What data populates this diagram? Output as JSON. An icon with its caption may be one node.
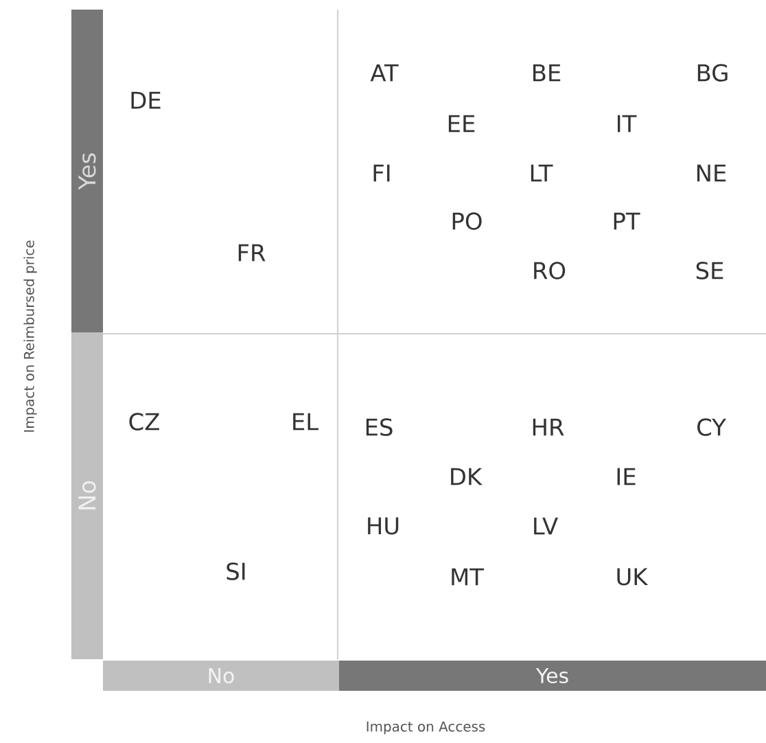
{
  "diagram": {
    "nodes": [
      {
        "text": [
          "Yes"
        ]
      },
      {
        "text": [
          "No"
        ]
      },
      {
        "text": [
          "No"
        ]
      },
      {
        "text": [
          "Yes"
        ]
      }
    ],
    "labels": [
      "Impact on Reimbursed price",
      "AT",
      "BE",
      "BG",
      "DE",
      "EE",
      "IT",
      "FI",
      "LT",
      "NE",
      "PO",
      "PT",
      "FR",
      "RO",
      "SE",
      "CZ",
      "EL",
      "ES",
      "HR",
      "CY",
      "DK",
      "IE",
      "HU",
      "LV",
      "SI",
      "MT",
      "UK",
      "Impact on Access"
    ]
  }
}
